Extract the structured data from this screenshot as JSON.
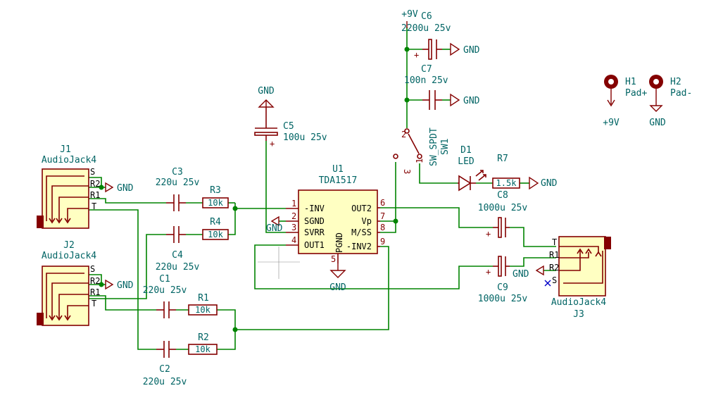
{
  "schematic": {
    "j1": {
      "ref": "J1",
      "value": "AudioJack4",
      "pins": [
        "S",
        "R2",
        "R1",
        "T"
      ],
      "gnd": "GND"
    },
    "j2": {
      "ref": "J2",
      "value": "AudioJack4",
      "pins": [
        "S",
        "R2",
        "R1",
        "T"
      ],
      "gnd": "GND"
    },
    "j3": {
      "ref": "J3",
      "value": "AudioJack4",
      "pins": [
        "T",
        "R1",
        "R2",
        "S"
      ],
      "gnd": "GND"
    },
    "c1": {
      "ref": "C1",
      "value": "220u 25v"
    },
    "c2": {
      "ref": "C2",
      "value": "220u 25v"
    },
    "c3": {
      "ref": "C3",
      "value": "220u 25v"
    },
    "c4": {
      "ref": "C4",
      "value": "220u 25v"
    },
    "c5": {
      "ref": "C5",
      "value": "100u 25v",
      "gnd": "GND"
    },
    "c6": {
      "ref": "C6",
      "value": "2200u 25v",
      "gnd": "GND"
    },
    "c7": {
      "ref": "C7",
      "value": "100n 25v",
      "gnd": "GND"
    },
    "c8": {
      "ref": "C8",
      "value": "1000u 25v"
    },
    "c9": {
      "ref": "C9",
      "value": "1000u 25v"
    },
    "r1": {
      "ref": "R1",
      "value": "10k"
    },
    "r2": {
      "ref": "R2",
      "value": "10k"
    },
    "r3": {
      "ref": "R3",
      "value": "10k"
    },
    "r4": {
      "ref": "R4",
      "value": "10k"
    },
    "r7": {
      "ref": "R7",
      "value": "1.5k",
      "gnd": "GND"
    },
    "d1": {
      "ref": "D1",
      "value": "LED"
    },
    "sw1": {
      "ref": "SW1",
      "value": "SW_SPDT",
      "pins": [
        "1",
        "2",
        "3"
      ]
    },
    "u1": {
      "ref": "U1",
      "value": "TDA1517",
      "gnd": "GND",
      "pgnd": "PGND",
      "left_pins": [
        {
          "num": "1",
          "name": "-INV"
        },
        {
          "num": "2",
          "name": "SGND"
        },
        {
          "num": "3",
          "name": "SVRR"
        },
        {
          "num": "4",
          "name": "OUT1"
        }
      ],
      "right_pins": [
        {
          "num": "6",
          "name": "OUT2"
        },
        {
          "num": "7",
          "name": "Vp"
        },
        {
          "num": "8",
          "name": "M/SS"
        },
        {
          "num": "9",
          "name": "-INV2"
        }
      ],
      "bottom_pin": "5",
      "sgnd_label": "GND"
    },
    "supply": {
      "label": "+9V"
    },
    "h1": {
      "ref": "H1",
      "value": "Pad+",
      "net": "+9V"
    },
    "h2": {
      "ref": "H2",
      "value": "Pad-",
      "net": "GND"
    }
  }
}
